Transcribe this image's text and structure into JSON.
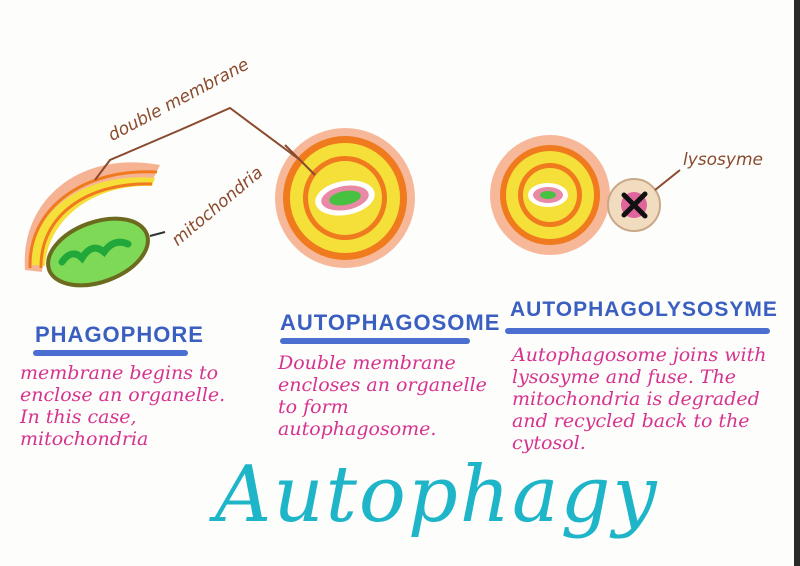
{
  "title": "Autophagy",
  "labels": {
    "double_membrane": "double membrane",
    "mitochondria": "mitochondria",
    "lysosyme": "lysosyme"
  },
  "stages": [
    {
      "heading": "PHAGOPHORE",
      "description": "membrane begins to enclose an organelle. In this case, mitochondria"
    },
    {
      "heading": "AUTOPHAGOSOME",
      "description": "Double membrane encloses an organelle to form autophagosome."
    },
    {
      "heading": "AUTOPHAGOLYSOSYME",
      "description": "Autophagosome joins with lysosyme and fuse. The mitochondria is degraded and recycled back to the cytosol."
    }
  ],
  "colors": {
    "heading": "#3a5fc0",
    "description": "#d6338f",
    "title": "#1fb5c8",
    "label": "#8a4a2e"
  }
}
